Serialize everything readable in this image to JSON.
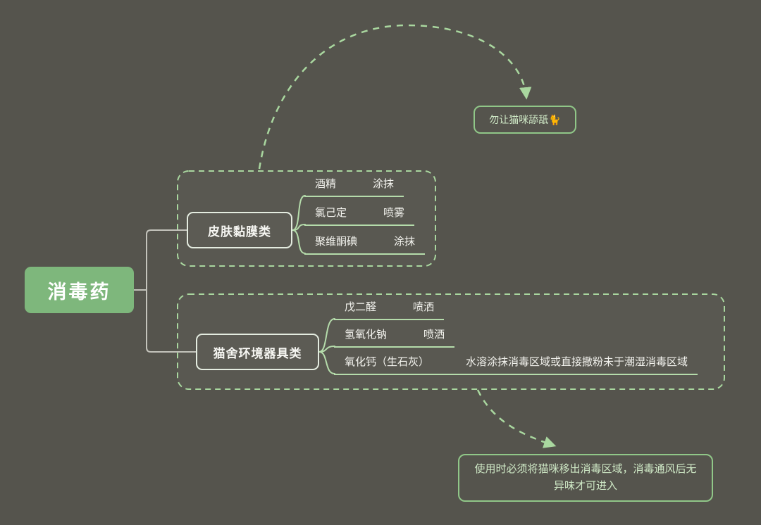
{
  "root": {
    "label": "消毒药"
  },
  "branches": [
    {
      "label": "皮肤黏膜类",
      "items": [
        {
          "name": "酒精",
          "method": "涂抹"
        },
        {
          "name": "氯己定",
          "method": "喷雾"
        },
        {
          "name": "聚维酮碘",
          "method": "涂抹"
        }
      ]
    },
    {
      "label": "猫舍环境器具类",
      "items": [
        {
          "name": "戊二醛",
          "method": "喷洒"
        },
        {
          "name": "氢氧化钠",
          "method": "喷洒"
        },
        {
          "name": "氧化钙（生石灰）",
          "method": "水溶涂抹消毒区域或直接撒粉未于潮湿消毒区域"
        }
      ]
    }
  ],
  "callouts": [
    {
      "label": "勿让猫咪舔舐🐈"
    },
    {
      "label": "使用时必须将猫咪移出消毒区域，消毒通风后无异味才可进入"
    }
  ],
  "colors": {
    "background": "#55544d",
    "root_fill": "#7eb77c",
    "accent_green": "#b5dcab",
    "dashed_green": "#a9d79f",
    "node_border": "#e4ece0",
    "callout_border": "#90c788",
    "callout_text": "#cfe9c6",
    "connector_gray": "#c3c3bb"
  }
}
